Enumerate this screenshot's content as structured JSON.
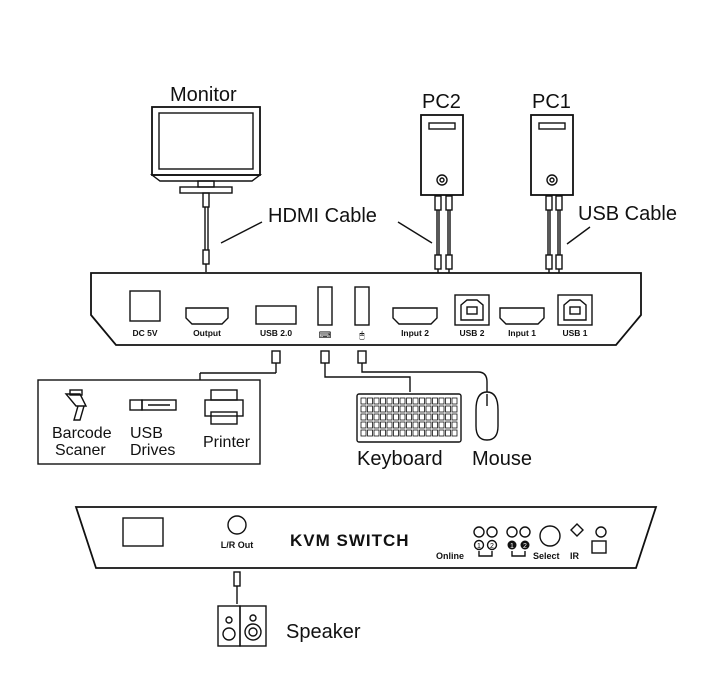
{
  "labels": {
    "monitor": "Monitor",
    "pc2": "PC2",
    "pc1": "PC1",
    "hdmi_cable": "HDMI Cable",
    "usb_cable": "USB Cable",
    "barcode_1": "Barcode",
    "barcode_2": "Scaner",
    "usb_drives_1": "USB",
    "usb_drives_2": "Drives",
    "printer": "Printer",
    "keyboard": "Keyboard",
    "mouse": "Mouse",
    "speaker": "Speaker"
  },
  "rear_panel": {
    "dc": "DC 5V",
    "output": "Output",
    "usb20": "USB 2.0",
    "input2": "Input 2",
    "usb2": "USB 2",
    "input1": "Input 1",
    "usb1": "USB 1",
    "kb_icon": "⌨",
    "mouse_icon": "🖱"
  },
  "front_panel": {
    "lr_out": "L/R Out",
    "title": "KVM SWITCH",
    "online": "Online",
    "select": "Select",
    "ir": "IR",
    "led_1": "1",
    "led_2": "2",
    "sel_1": "1",
    "sel_2": "2"
  }
}
